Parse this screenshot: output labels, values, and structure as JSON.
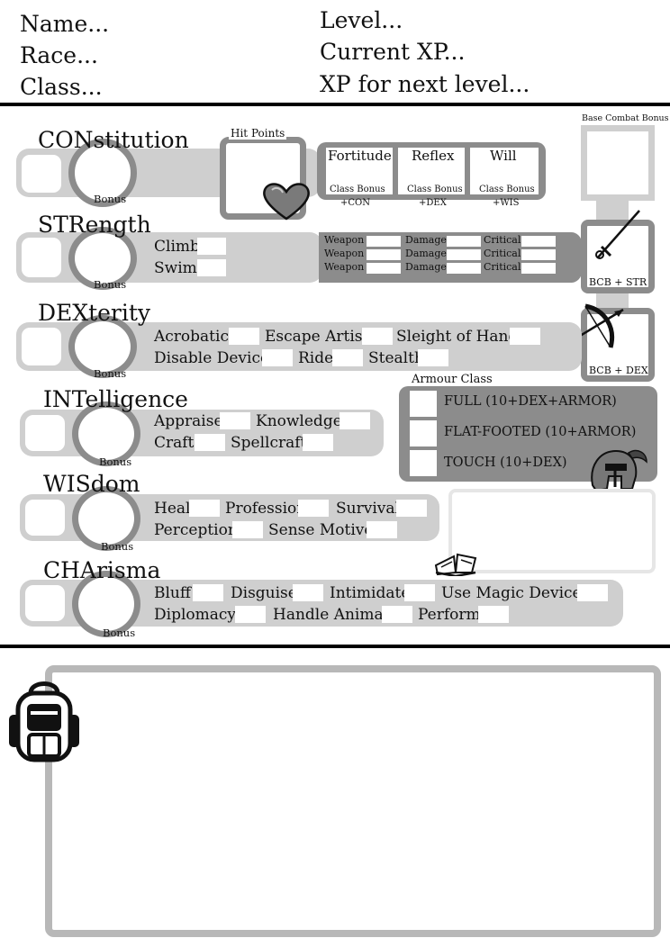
{
  "header": {
    "name": "Name...",
    "race": "Race...",
    "class": "Class...",
    "level": "Level...",
    "current_xp": "Current XP...",
    "xp_next": "XP for next level..."
  },
  "bonus_label": "Bonus",
  "con": {
    "label": "CONstitution",
    "hit_points": "Hit Points",
    "saves": [
      {
        "name": "Fortitude",
        "class_bonus": "Class Bonus",
        "mod": "+CON"
      },
      {
        "name": "Reflex",
        "class_bonus": "Class Bonus",
        "mod": "+DEX"
      },
      {
        "name": "Will",
        "class_bonus": "Class Bonus",
        "mod": "+WIS"
      }
    ]
  },
  "str": {
    "label": "STRength",
    "skills": [
      "Climb",
      "Swim"
    ],
    "attacks": {
      "weapon": "Weapon",
      "damage": "Damage",
      "critical": "Critical"
    }
  },
  "bcb": {
    "label": "Base Combat Bonus",
    "melee": "BCB + STR",
    "ranged": "BCB + DEX"
  },
  "dex": {
    "label": "DEXterity",
    "skills": [
      "Acrobatics",
      "Escape Artist",
      "Sleight of Hand",
      "Disable Device",
      "Ride",
      "Stealth"
    ]
  },
  "int": {
    "label": "INTelligence",
    "skills": [
      "Appraise",
      "Knowledge",
      "Craft",
      "Spellcraft"
    ]
  },
  "armour": {
    "label": "Armour Class",
    "full": "FULL (10+DEX+ARMOR)",
    "flat": "FLAT-FOOTED (10+ARMOR)",
    "touch": "TOUCH (10+DEX)"
  },
  "wis": {
    "label": "WISdom",
    "skills": [
      "Heal",
      "Profession",
      "Survival",
      "Perception",
      "Sense Motive"
    ]
  },
  "cha": {
    "label": "CHArisma",
    "skills": [
      "Bluff",
      "Disguise",
      "Intimidate",
      "Use Magic Device",
      "Diplomacy",
      "Handle Animal",
      "Perform"
    ]
  },
  "colors": {
    "band": "#cfcfcf",
    "dark_band": "#8c8c8c",
    "ink": "#111111"
  },
  "icons": [
    "heart-icon",
    "sword-icon",
    "bow-icon",
    "helmet-icon",
    "book-icon",
    "backpack-icon"
  ]
}
